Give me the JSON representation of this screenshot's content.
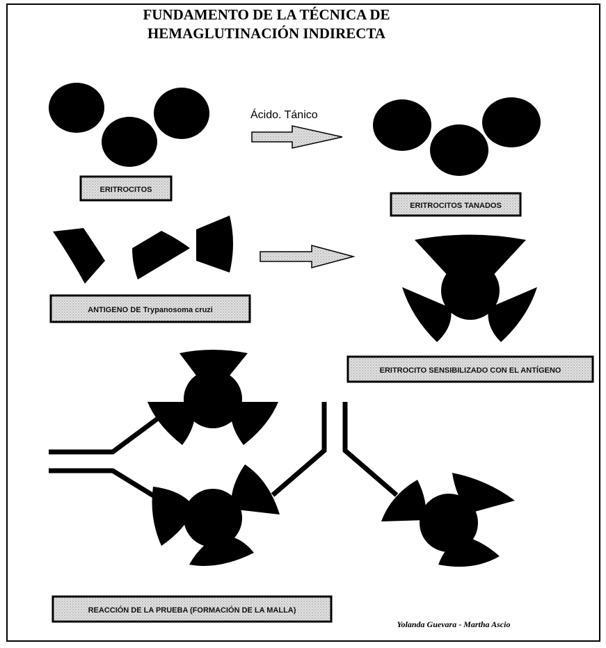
{
  "title": {
    "line1": "FUNDAMENTO DE LA TÉCNICA DE",
    "line2": "HEMAGLUTINACIÓN INDIRECTA"
  },
  "arrow_label": "Ácido. Tánico",
  "labels": {
    "erythrocytes": "ERITROCITOS",
    "tanned_erythrocytes": "ERITROCITOS TANADOS",
    "antigen": "ANTIGENO DE Trypanosoma cruzi",
    "sensitized": "ERITROCITO SENSIBILIZADO CON EL ANTÍGENO",
    "reaction": "REACCIÓN DE LA PRUEBA (FORMACIÓN DE LA MALLA)"
  },
  "credit": "Yolanda Guevara - Martha Ascio"
}
